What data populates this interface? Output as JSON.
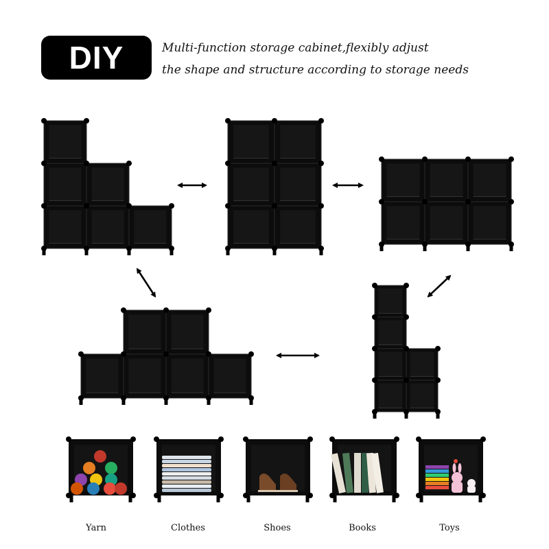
{
  "header": {
    "badge": "DIY",
    "line1": "Multi-function storage cabinet,flexibly adjust",
    "line2": "the shape and structure according to storage needs"
  },
  "uses": [
    {
      "label": "Yarn"
    },
    {
      "label": "Clothes"
    },
    {
      "label": "Shoes"
    },
    {
      "label": "Books"
    },
    {
      "label": "Toys"
    }
  ],
  "colors": {
    "panel": "#0c0c0c",
    "frame": "#000000",
    "background": "#ffffff"
  }
}
